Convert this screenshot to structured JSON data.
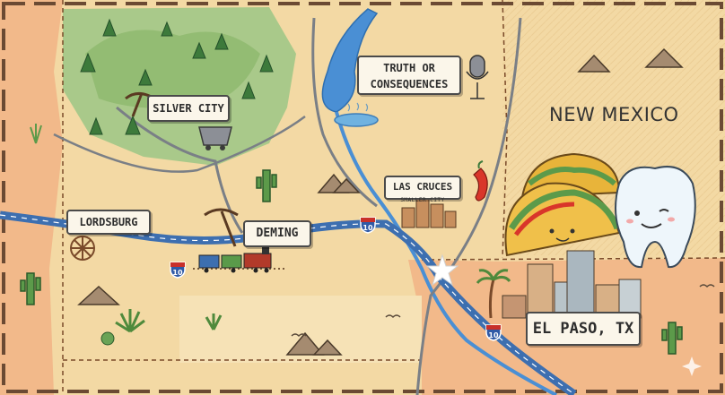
{
  "map": {
    "state_label": "NEW MEXICO",
    "cities": {
      "silver_city": "SILVER CITY",
      "truth_or_consequences_line1": "TRUTH OR",
      "truth_or_consequences_line2": "CONSEQUENCES",
      "las_cruces": "LAS CRUCES",
      "las_cruces_sub": "SMALLER CITY",
      "lordsburg": "LORDSBURG",
      "deming": "DEMING",
      "el_paso": "EL PASO, TX"
    },
    "highway_shields": [
      "10",
      "10",
      "10"
    ],
    "colors": {
      "desert": "#f3d9a4",
      "texas_region": "#f2b98a",
      "forest": "#a9c98a",
      "river": "#4a8fd4",
      "highway": "#3d6fb0",
      "road": "#7a7f86",
      "border": "#7a4a2a"
    },
    "icons": [
      "pine-tree-icon",
      "pickaxe-icon",
      "mine-cart-icon",
      "microphone-icon",
      "hot-spring-icon",
      "chili-pepper-icon",
      "cactus-icon",
      "mountain-icon",
      "wagon-wheel-icon",
      "train-icon",
      "taco-icon",
      "tooth-icon",
      "star-icon",
      "agave-icon",
      "bird-icon",
      "city-buildings-icon",
      "palm-tree-icon"
    ]
  }
}
